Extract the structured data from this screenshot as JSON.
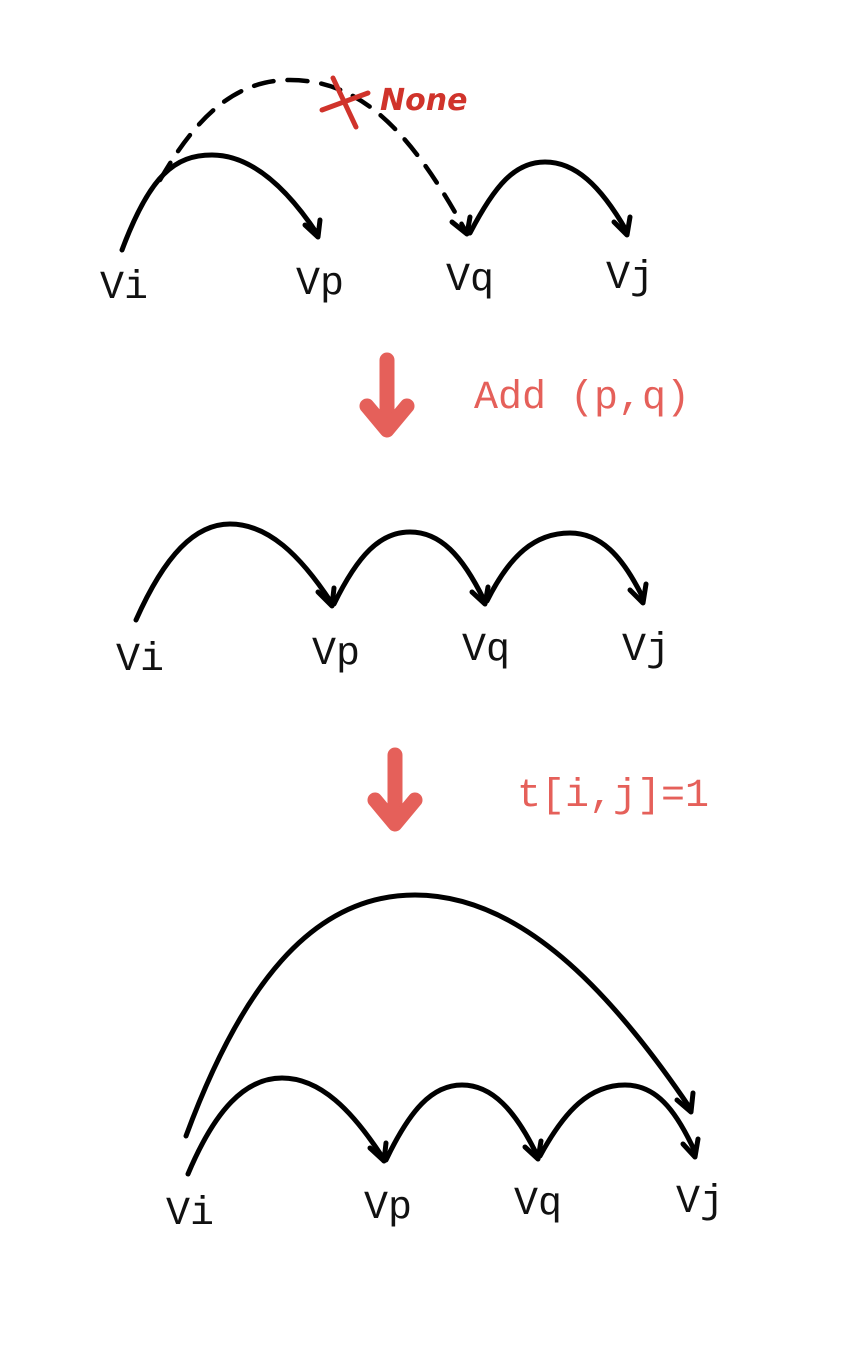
{
  "colors": {
    "accent": "#E5605A",
    "cross": "#D0332B",
    "edge": "#000000",
    "text": "#111111"
  },
  "stages": [
    {
      "nodes": [
        "Vi",
        "Vp",
        "Vq",
        "Vj"
      ],
      "annotation": "None"
    },
    {
      "nodes": [
        "Vi",
        "Vp",
        "Vq",
        "Vj"
      ]
    },
    {
      "nodes": [
        "Vi",
        "Vp",
        "Vq",
        "Vj"
      ]
    }
  ],
  "steps": [
    {
      "label": "Add (p,q)",
      "icon": "arrow-down-icon"
    },
    {
      "label": "t[i,j]=1",
      "icon": "arrow-down-icon"
    }
  ]
}
